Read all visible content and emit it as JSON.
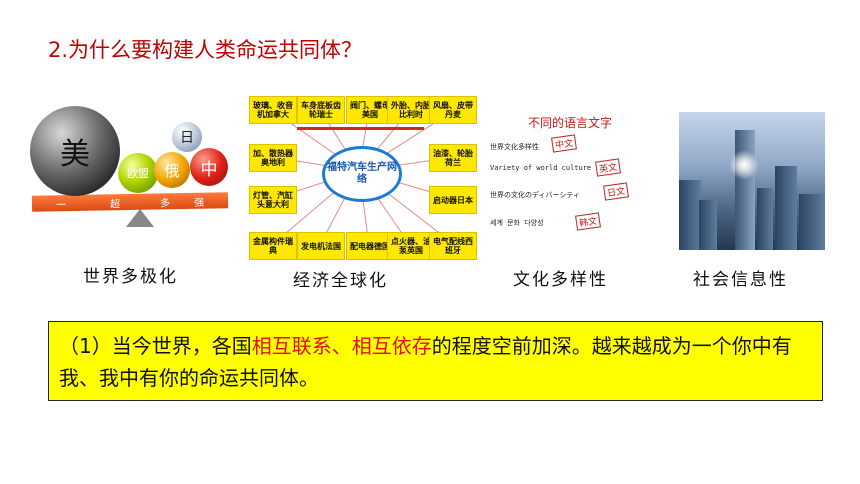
{
  "title": "2.为什么要构建人类命运共同体？",
  "pictures": {
    "multipolar": {
      "balls": [
        "美",
        "日",
        "欧盟",
        "俄",
        "中"
      ],
      "plank_text": [
        "一",
        "超",
        "多",
        "强"
      ]
    },
    "globalization": {
      "hub": "福特汽车生产网络",
      "boxes": [
        "玻璃、收音机加拿大",
        "车身底板齿轮瑞士",
        "阀门、螺母美国",
        "外胎、内胎比利时",
        "风扇、皮带丹麦",
        "加、散热器奥地利",
        "油漆、轮胎荷兰",
        "灯管、汽缸头意大利",
        "启动器日本",
        "金属构件瑞典",
        "发电机法国",
        "配电器德国",
        "点火器、油泵英国",
        "电气配线西班牙"
      ]
    },
    "culture": {
      "heading": "不同的语言文字",
      "rows": [
        "世界文化多样性",
        "Variety of world culture",
        "世界の文化のディバーシティ",
        "세계 문화 다양성"
      ],
      "stamps": [
        "中文",
        "英文",
        "日文",
        "韩文"
      ]
    }
  },
  "captions": [
    "世界多极化",
    "经济全球化",
    "文化多样性",
    "社会信息性"
  ],
  "point": {
    "prefix": "（1）当今世界，各国",
    "hl1": "相互联系、相互依存",
    "middle": "的程度空前加深。越来越成为一个你中有我、我中有你的命运共同体。"
  },
  "colors": {
    "title": "#c00000",
    "highlight": "#e01010",
    "box_bg": "#ffff00"
  }
}
